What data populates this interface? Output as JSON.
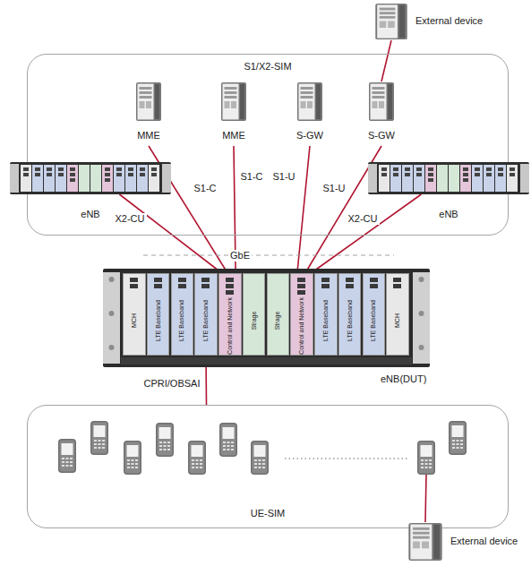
{
  "diagram": {
    "nodes": [
      {
        "text": [
          "External device"
        ]
      },
      {
        "text": [
          "S1/X2-SIM"
        ]
      },
      {
        "text": [
          "MME"
        ],
        "in": 1
      },
      {
        "text": [
          "MME"
        ],
        "in": 1
      },
      {
        "text": [
          "S-GW"
        ],
        "in": 1
      },
      {
        "text": [
          "S-GW"
        ],
        "in": 1
      },
      {
        "text": [
          "eNB"
        ],
        "in": 1
      },
      {
        "text": [
          "eNB"
        ],
        "in": 1
      },
      {
        "text": [
          "eNB(DUT)"
        ]
      },
      {
        "text": [
          "MCH"
        ],
        "in": 8
      },
      {
        "text": [
          "LTE Baseband"
        ],
        "in": 8
      },
      {
        "text": [
          "LTE Baseband"
        ],
        "in": 8
      },
      {
        "text": [
          "LTE Baseband"
        ],
        "in": 8
      },
      {
        "text": [
          "Control and Network"
        ],
        "in": 8
      },
      {
        "text": [
          "Strage"
        ],
        "in": 8
      },
      {
        "text": [
          "Strage"
        ],
        "in": 8
      },
      {
        "text": [
          "Control and Network"
        ],
        "in": 8
      },
      {
        "text": [
          "LTE Baseband"
        ],
        "in": 8
      },
      {
        "text": [
          "LTE Baseband"
        ],
        "in": 8
      },
      {
        "text": [
          "LTE Baseband"
        ],
        "in": 8
      },
      {
        "text": [
          "MCH"
        ],
        "in": 8
      },
      {
        "text": [
          "UE-SIM"
        ]
      },
      {
        "text": [
          "External device"
        ]
      }
    ],
    "edges": [
      {
        "from": 2,
        "to": 13,
        "label": "S1-C",
        "arrow": "none"
      },
      {
        "from": 3,
        "to": 13,
        "label": "S1-C",
        "arrow": "none"
      },
      {
        "from": 4,
        "to": 16,
        "label": "S1-U",
        "arrow": "none"
      },
      {
        "from": 5,
        "to": 16,
        "label": "S1-U",
        "arrow": "none"
      },
      {
        "from": 6,
        "to": 13,
        "label": "X2-CU",
        "arrow": "none"
      },
      {
        "from": 7,
        "to": 16,
        "label": "X2-CU",
        "arrow": "none"
      },
      {
        "from": 0,
        "to": 5,
        "arrow": "none"
      },
      {
        "from": 12,
        "to": 21,
        "label": "CPRI/OBSAI",
        "arrow": "none"
      },
      {
        "from": 22,
        "to": 21,
        "arrow": "none"
      }
    ],
    "labels": [
      "GbE"
    ]
  }
}
